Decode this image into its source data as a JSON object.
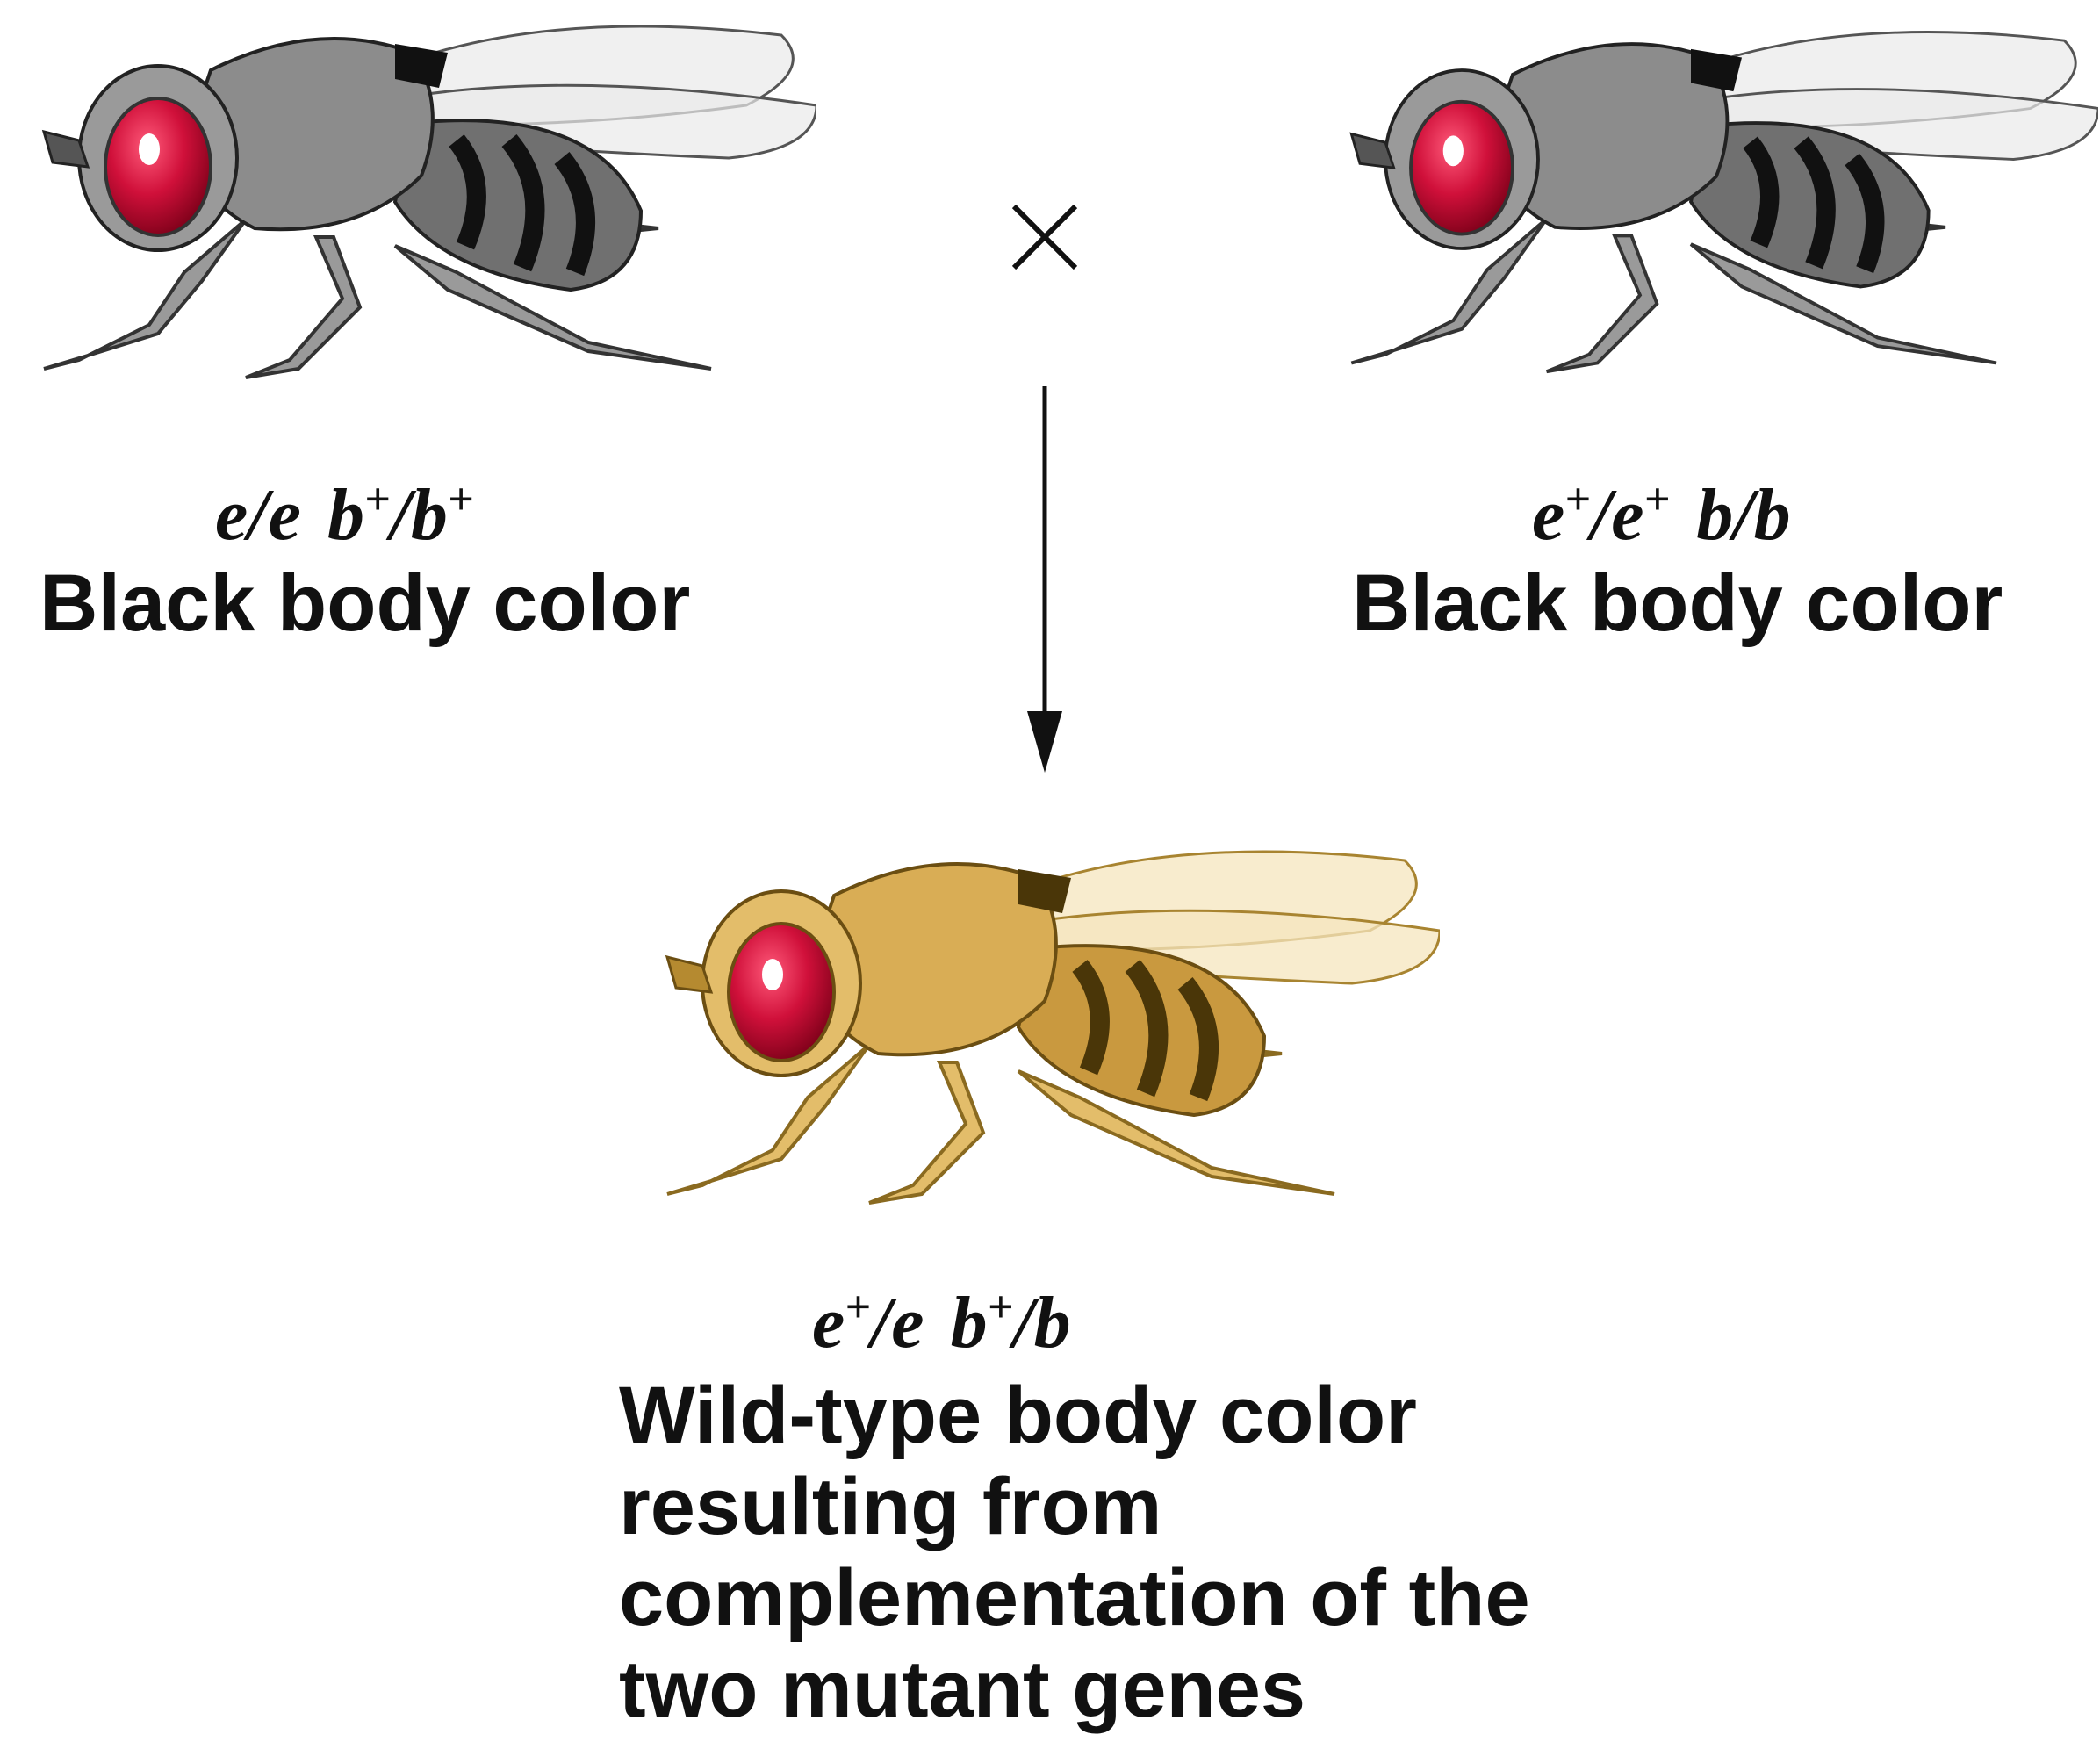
{
  "parent_left": {
    "genotype": {
      "a_allele": "e",
      "a_sep": "/",
      "a_allele2": "e",
      "b_allele": "b",
      "b_sup": "+",
      "b_sep": "/",
      "b_allele2": "b",
      "b_sup2": "+"
    },
    "caption": "Black body color",
    "body_color": "#8c8c8c"
  },
  "parent_right": {
    "genotype": {
      "a_allele": "e",
      "a_sup": "+",
      "a_sep": "/",
      "a_allele2": "e",
      "a_sup2": "+",
      "b_allele": "b",
      "b_sep": "/",
      "b_allele2": "b"
    },
    "caption": "Black body color",
    "body_color": "#8c8c8c"
  },
  "cross_symbol": "×",
  "offspring": {
    "genotype": {
      "a_allele": "e",
      "a_sup": "+",
      "a_sep": "/",
      "a_allele2": "e",
      "b_allele": "b",
      "b_sup": "+",
      "b_sep": "/",
      "b_allele2": "b"
    },
    "caption_lines": [
      "Wild-type body color",
      "resulting from",
      "complementation of the",
      "two mutant genes"
    ],
    "body_color": "#d9ad55"
  },
  "colors": {
    "eye": "#d0103a",
    "gray_body": "#8c8c8c",
    "tan_body": "#d9ad55",
    "text": "#111111"
  }
}
